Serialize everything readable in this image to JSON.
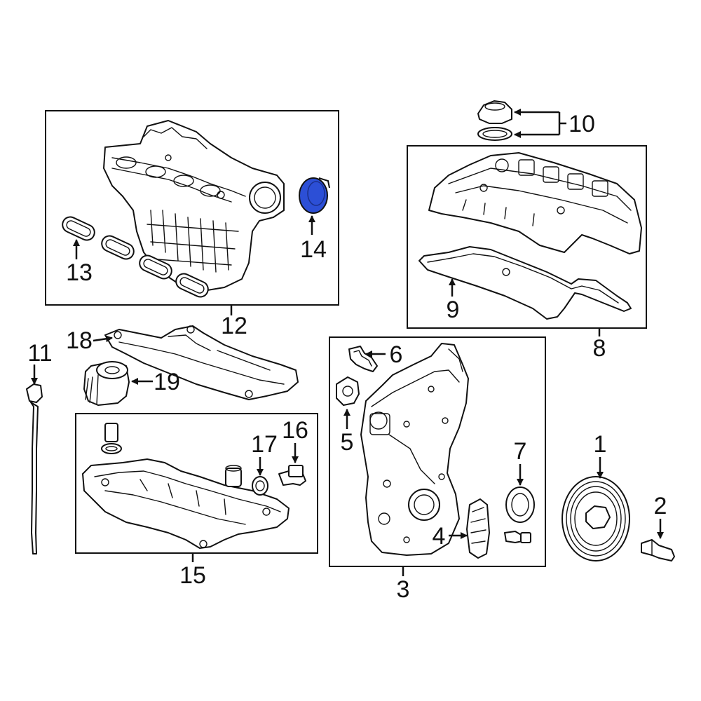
{
  "diagram": {
    "highlight_color": "#2c4fd6",
    "highlighted_part": "14",
    "callouts": {
      "c1": "1",
      "c2": "2",
      "c3": "3",
      "c4": "4",
      "c5": "5",
      "c6": "6",
      "c7": "7",
      "c8": "8",
      "c9": "9",
      "c10": "10",
      "c11": "11",
      "c12": "12",
      "c13": "13",
      "c14": "14",
      "c15": "15",
      "c16": "16",
      "c17": "17",
      "c18": "18",
      "c19": "19"
    }
  }
}
